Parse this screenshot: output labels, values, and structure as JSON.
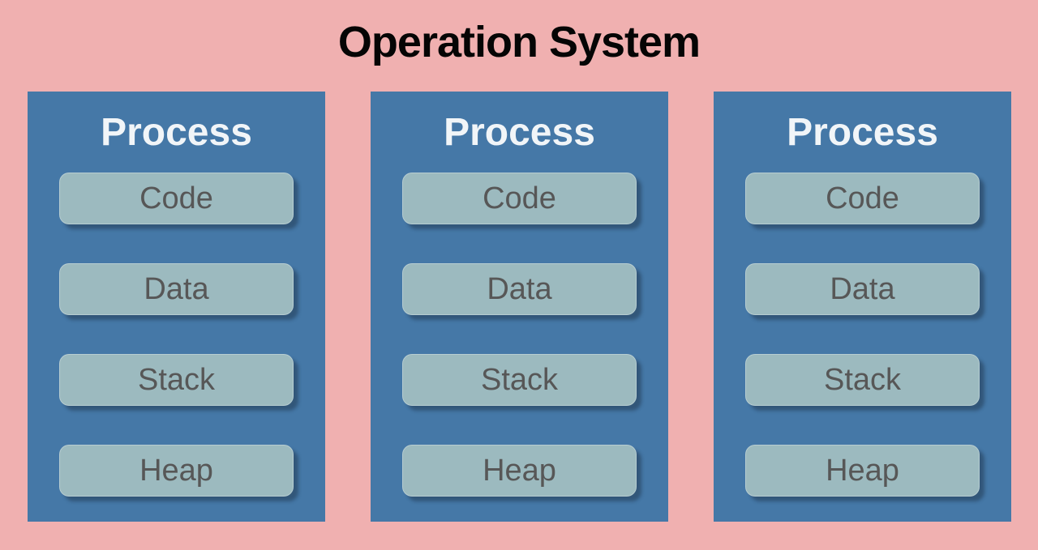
{
  "title": "Operation System",
  "colors": {
    "background": "#f0b0b0",
    "title_text": "#050505",
    "process_fill": "#4578a7",
    "process_title": "#f1f5f8",
    "segment_fill": "#9cbabf",
    "segment_text": "#575757",
    "segment_shadow": "rgba(26,46,66,0.45)"
  },
  "processes": [
    {
      "label": "Process",
      "segments": [
        "Code",
        "Data",
        "Stack",
        "Heap"
      ]
    },
    {
      "label": "Process",
      "segments": [
        "Code",
        "Data",
        "Stack",
        "Heap"
      ]
    },
    {
      "label": "Process",
      "segments": [
        "Code",
        "Data",
        "Stack",
        "Heap"
      ]
    }
  ]
}
